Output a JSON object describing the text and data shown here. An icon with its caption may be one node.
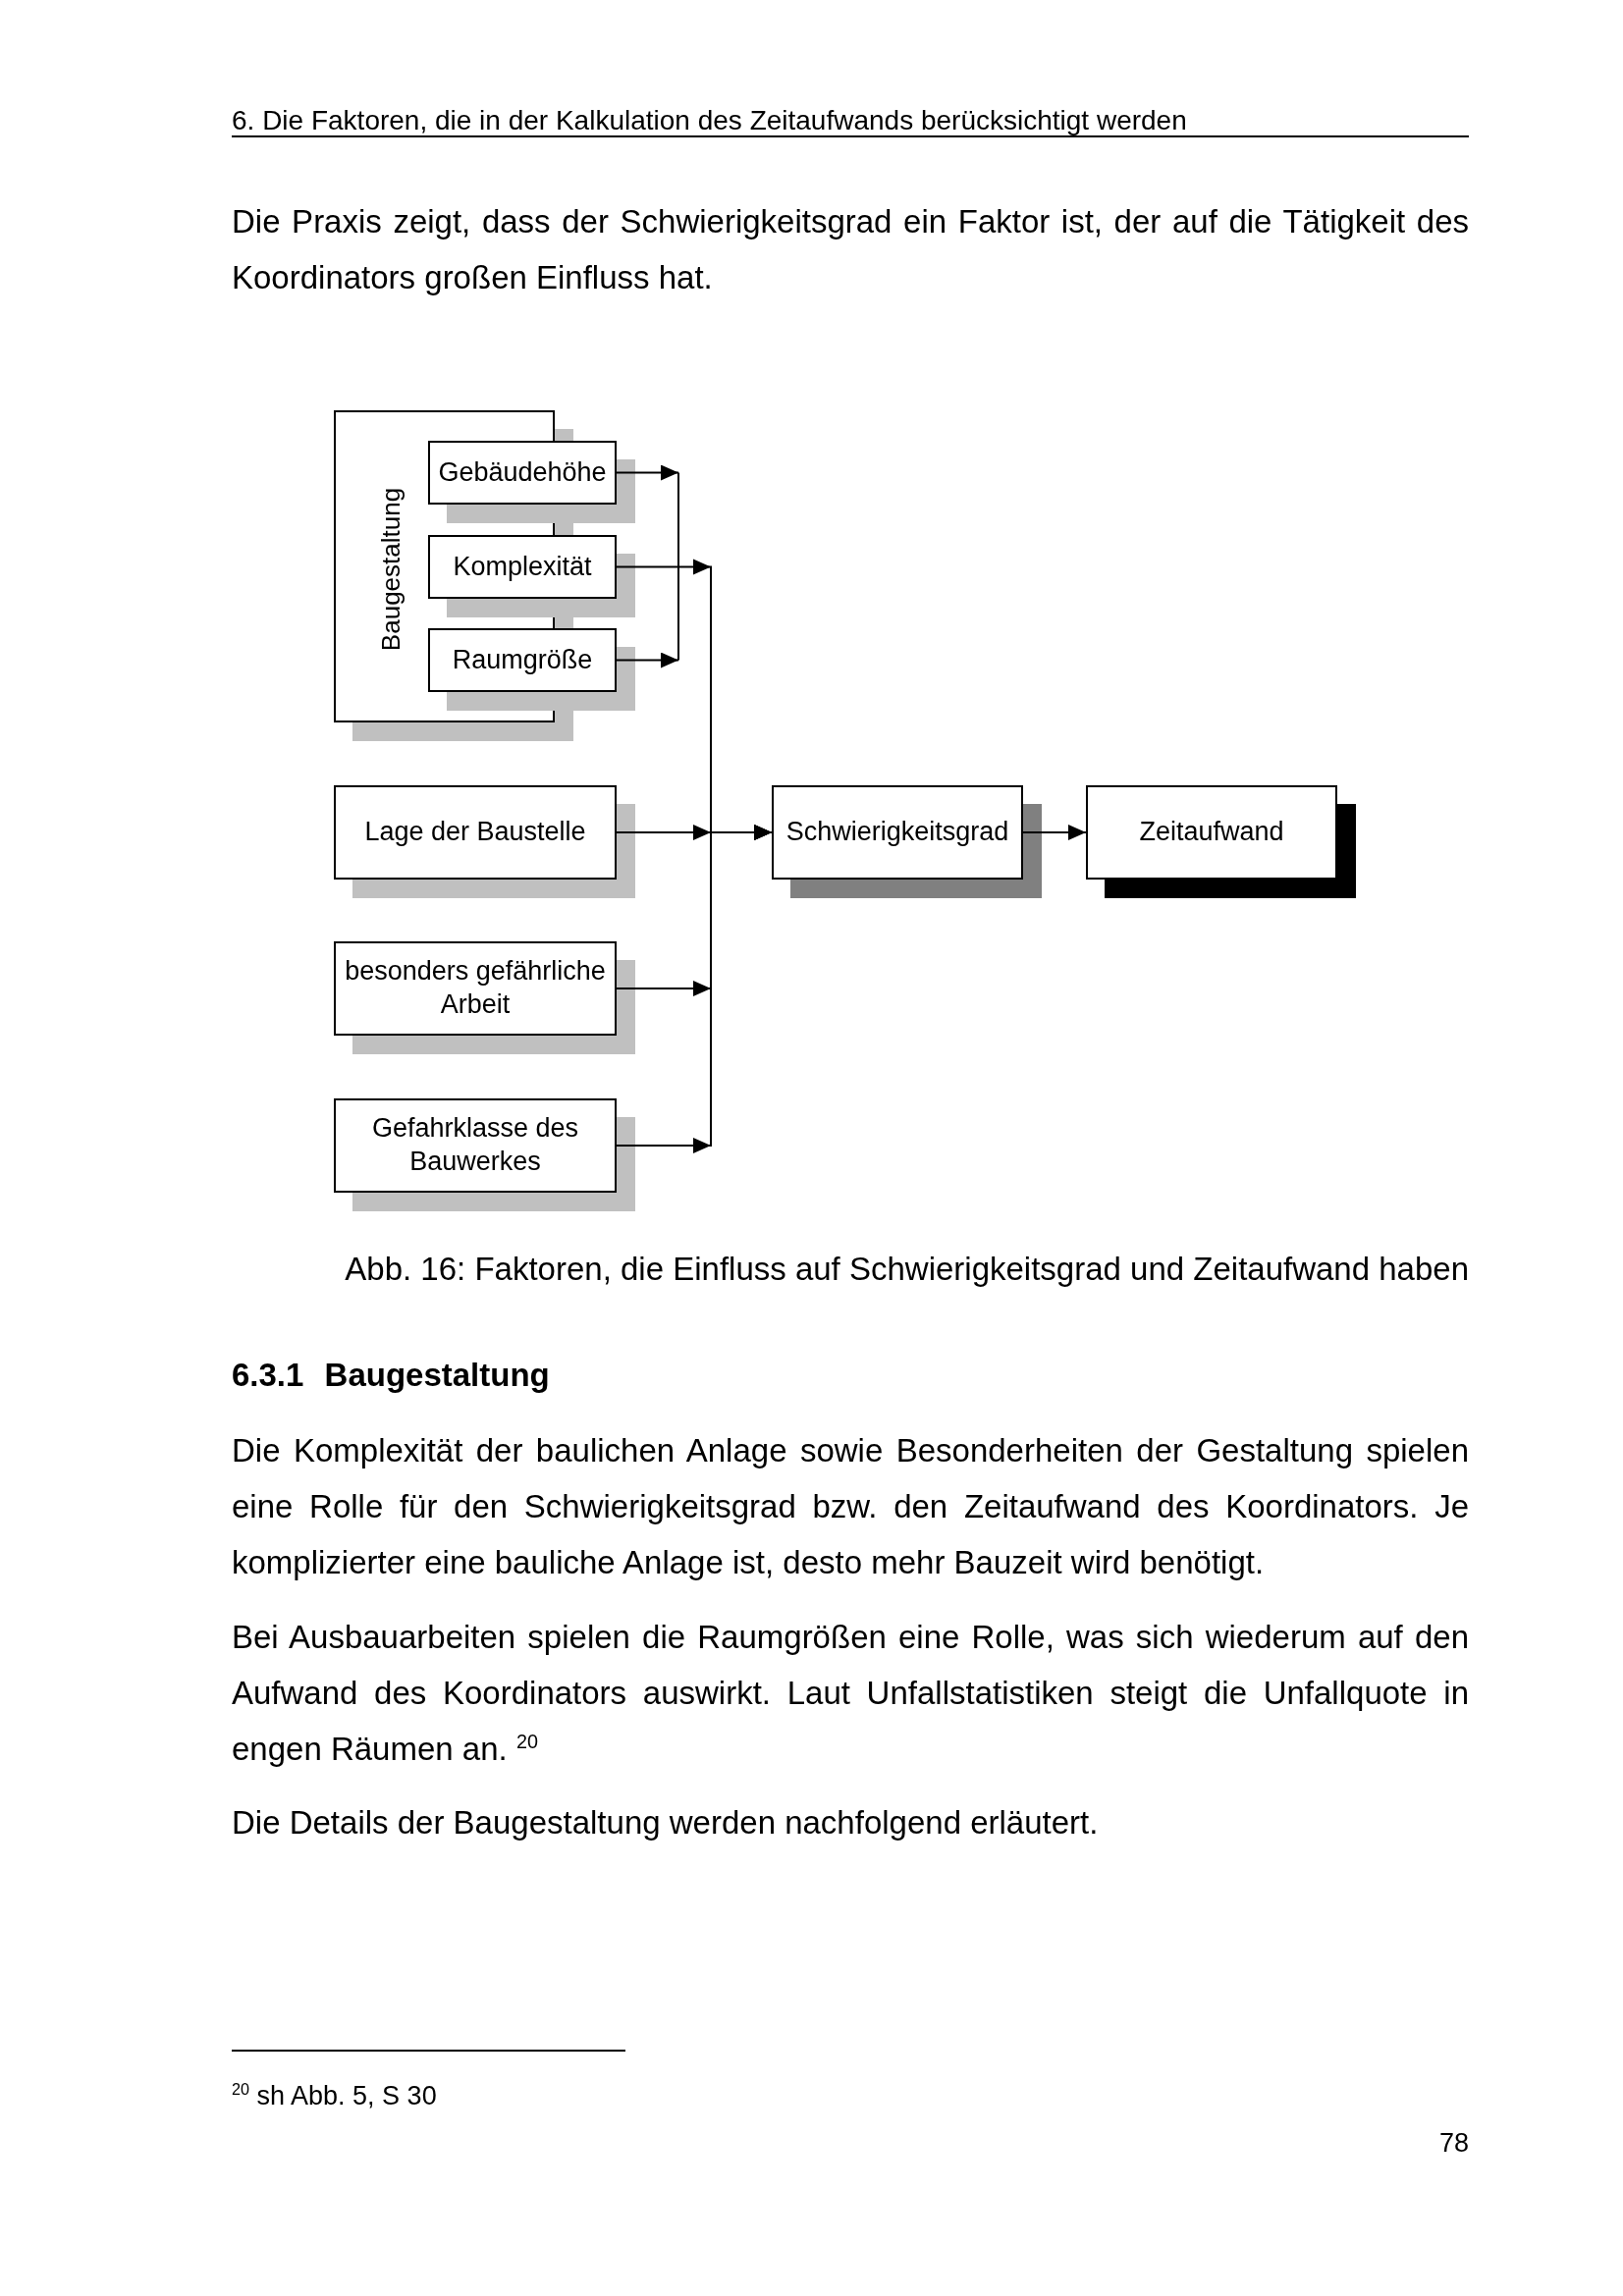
{
  "diagram": {
    "caption": "Abb. 16: Faktoren, die Einfluss auf Schwierigkeitsgrad und Zeitaufwand haben",
    "nodes": [
      {
        "text": [
          "Baugestaltung"
        ]
      },
      {
        "text": [
          "Gebäudehöhe"
        ]
      },
      {
        "text": [
          "Komplexität"
        ]
      },
      {
        "text": [
          "Raumgröße"
        ]
      },
      {
        "text": [
          "Lage der Baustelle"
        ]
      },
      {
        "text": [
          "besonders gefährliche Arbeit"
        ]
      },
      {
        "text": [
          "Gefahrklasse des Bauwerkes"
        ]
      },
      {
        "text": [
          "Schwierigkeitsgrad"
        ]
      },
      {
        "text": [
          "Zeitaufwand"
        ]
      }
    ],
    "edges": [
      {
        "from": 1,
        "to": null,
        "arrow": "to"
      },
      {
        "from": 2,
        "to": 7,
        "arrow": "to"
      },
      {
        "from": 3,
        "to": null,
        "arrow": "to"
      },
      {
        "from": 4,
        "to": 7,
        "arrow": "to"
      },
      {
        "from": 5,
        "to": 7,
        "arrow": "to"
      },
      {
        "from": 6,
        "to": 7,
        "arrow": "to"
      },
      {
        "from": 7,
        "to": 8,
        "arrow": "to"
      }
    ],
    "labels": [
      "6. Die Faktoren, die in der Kalkulation des Zeitaufwands berücksichtigt werden",
      "Die Praxis zeigt, dass der Schwierigkeitsgrad ein Faktor ist, der auf die Tätigkeit des Koordinators großen Einfluss hat.",
      "6.3.1 Baugestaltung",
      "Die Komplexität der baulichen Anlage sowie Besonderheiten der Gestaltung spielen eine Rolle für den Schwierigkeitsgrad bzw. den Zeitaufwand des Koordinators. Je komplizierter eine bauliche Anlage ist, desto mehr Bauzeit wird benötigt.",
      "Bei Ausbauarbeiten spielen die Raumgrößen eine Rolle, was sich wiederum auf den Aufwand des Koordinators auswirkt. Laut Unfallstatistiken steigt die Unfallquote in engen Räumen an. $^{20}$",
      "Die Details der Baugestaltung werden nachfolgend erläutert.",
      "$^{20}$ sh Abb. 5, S 30",
      "78"
    ]
  }
}
